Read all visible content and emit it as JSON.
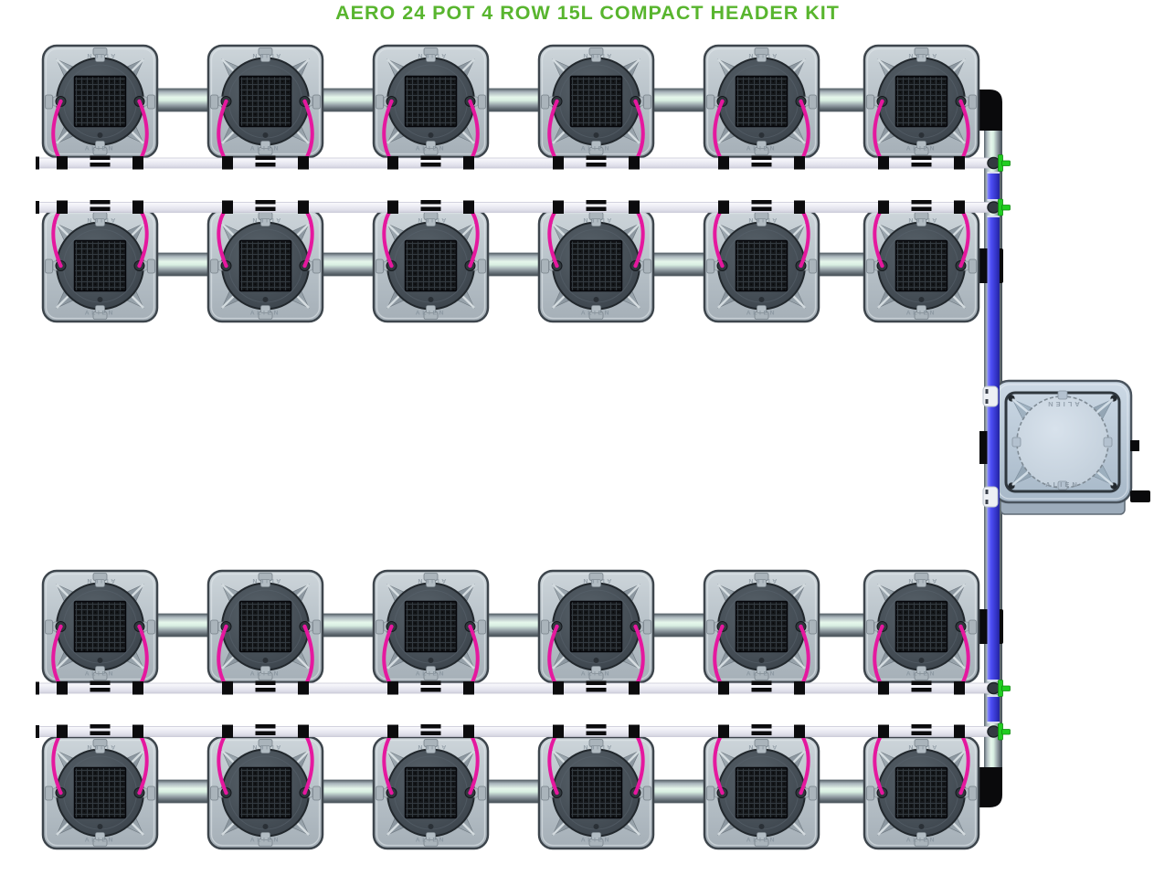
{
  "title": {
    "text": "AERO 24 POT 4 ROW 15L COMPACT HEADER KIT"
  },
  "brand": "ALIEN",
  "system": {
    "total_pots": 24,
    "pot_size": "15L",
    "rows": [
      {
        "label": "row-1",
        "pot_count": 6,
        "feed_line": "below"
      },
      {
        "label": "row-2",
        "pot_count": 6,
        "feed_line": "above"
      },
      {
        "label": "row-3",
        "pot_count": 6,
        "feed_line": "below"
      },
      {
        "label": "row-4",
        "pot_count": 6,
        "feed_line": "above"
      }
    ],
    "header_tank": {
      "label": "ALIEN",
      "ports": 2
    },
    "fittings": {
      "valve_tees": 4,
      "elbows": 2,
      "inline_couplers": 2,
      "pipe_clips": 2
    }
  },
  "colors": {
    "title_green": "#58b52e",
    "valve_green": "#21cd21",
    "pressure_line_blue": "#4d4ef5",
    "drip_tube_pink": "#e5189e",
    "pot_body_grey": "#b7c1c8",
    "tank_body_blue_grey": "#bac9d7",
    "feed_pipe_white": "#ebebf3",
    "connector_black": "#0a0a0c"
  }
}
